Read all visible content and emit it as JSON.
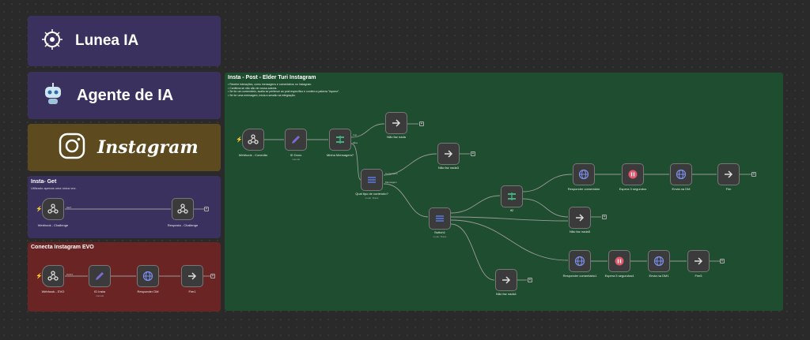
{
  "brand_tiles": {
    "lunea": {
      "title": "Lunea IA",
      "icon": "brain-circuit-icon",
      "color": "#3a315e"
    },
    "agente": {
      "title": "Agente de IA",
      "icon": "robot-icon",
      "color": "#3a315e"
    },
    "instagram": {
      "title": "Instagram",
      "icon": "instagram-icon",
      "color": "#5e4a1f"
    }
  },
  "notes": {
    "insta_get": {
      "title": "Insta- Get",
      "subtitle": "Utilizado apenas uma única vez.",
      "color": "#3a315e"
    },
    "conecta": {
      "title": "Conecta Instagram EVO",
      "color": "#6a2424"
    },
    "main": {
      "title": "Insta - Post - Elder Turi Instagram",
      "color": "#1f4d2f",
      "bullets": [
        "• Recebe interações, como mensagens e comentários no Instagram.",
        "• Confirma se não são de nossa autoria.",
        "• Se for um comentário, avalia se pertence ao post específico e contém a palavra \"#quero\".",
        "• Se for uma mensagem, inicia a sessão na integração."
      ]
    }
  },
  "nodes": {
    "webhook_challenge": {
      "label": "Webhook - Challenge",
      "icon": "webhook-icon"
    },
    "resposta_challenge": {
      "label": "Resposta - Challenge",
      "icon": "webhook-icon"
    },
    "webhook_evo": {
      "label": "Webhook - EVO",
      "icon": "webhook-icon"
    },
    "id_insta": {
      "label": "ID Insta",
      "sub": "manual",
      "icon": "pencil-icon"
    },
    "responder_dm": {
      "label": "Responder DM",
      "icon": "globe-icon"
    },
    "fim1": {
      "label": "Fim1",
      "icon": "arrow-right-icon"
    },
    "webhook_conexao": {
      "label": "Webhook - Conexão",
      "icon": "webhook-icon"
    },
    "id_dono": {
      "label": "ID Dono",
      "sub": "manual",
      "icon": "pencil-icon"
    },
    "minha_mensagem": {
      "label": "Minha Mensagem?",
      "icon": "switch-icon"
    },
    "nao_faz_nada": {
      "label": "Não faz nada",
      "icon": "arrow-right-icon"
    },
    "nao_faz_nada3": {
      "label": "Não faz nada3",
      "icon": "arrow-right-icon"
    },
    "qual_tipo": {
      "label": "Qual tipo de conteúdo?",
      "sub": "mode: Rules",
      "icon": "switch-icon"
    },
    "switch1": {
      "label": "Switch1",
      "sub": "mode: Rules",
      "icon": "switch-icon"
    },
    "if2": {
      "label": "If2",
      "icon": "switch-icon"
    },
    "nao_faz_nada5": {
      "label": "Não faz nada5",
      "icon": "arrow-right-icon"
    },
    "nao_faz_nada1": {
      "label": "Não faz nada1",
      "icon": "arrow-right-icon"
    },
    "responder_comentario": {
      "label": "Responder comentário",
      "icon": "globe-icon"
    },
    "espera_3": {
      "label": "Espera 3 segundos",
      "icon": "pause-icon"
    },
    "envia_dm": {
      "label": "Envia na DM",
      "icon": "globe-icon"
    },
    "fim": {
      "label": "Fim",
      "icon": "arrow-right-icon"
    },
    "responder_comentario1": {
      "label": "Responder comentário1",
      "icon": "globe-icon"
    },
    "espera_5": {
      "label": "Espera 5 segundos4",
      "icon": "pause-icon"
    },
    "envia_dm1": {
      "label": "Envia na DM1",
      "icon": "globe-icon"
    },
    "fim5": {
      "label": "Fim5",
      "icon": "arrow-right-icon"
    }
  },
  "edge_labels": {
    "get": "GET",
    "post": "POST",
    "true": "true",
    "false": "false",
    "comment": "Comentário",
    "message": "Mensagem"
  }
}
